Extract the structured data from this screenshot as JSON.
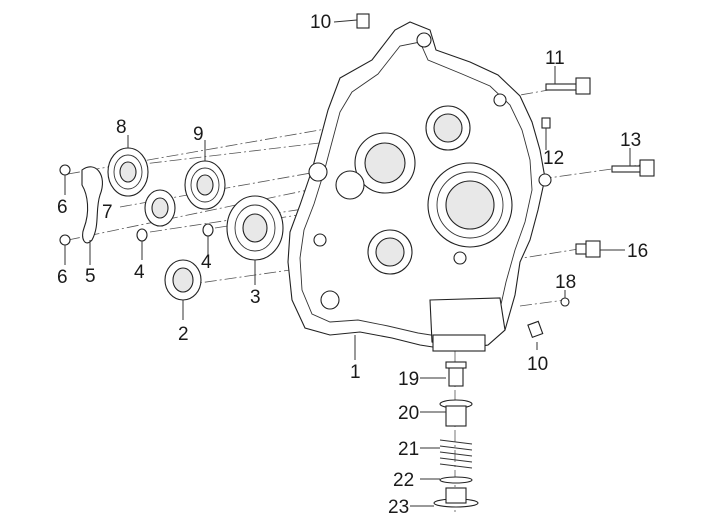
{
  "callouts": [
    {
      "id": "1",
      "text": "1"
    },
    {
      "id": "2",
      "text": "2"
    },
    {
      "id": "3",
      "text": "3"
    },
    {
      "id": "4a",
      "text": "4"
    },
    {
      "id": "4b",
      "text": "4"
    },
    {
      "id": "5",
      "text": "5"
    },
    {
      "id": "6a",
      "text": "6"
    },
    {
      "id": "6b",
      "text": "6"
    },
    {
      "id": "7",
      "text": "7"
    },
    {
      "id": "8",
      "text": "8"
    },
    {
      "id": "9",
      "text": "9"
    },
    {
      "id": "10a",
      "text": "10"
    },
    {
      "id": "10b",
      "text": "10"
    },
    {
      "id": "11",
      "text": "11"
    },
    {
      "id": "12",
      "text": "12"
    },
    {
      "id": "13",
      "text": "13"
    },
    {
      "id": "16",
      "text": "16"
    },
    {
      "id": "18",
      "text": "18"
    },
    {
      "id": "19",
      "text": "19"
    },
    {
      "id": "20",
      "text": "20"
    },
    {
      "id": "21",
      "text": "21"
    },
    {
      "id": "22",
      "text": "22"
    },
    {
      "id": "23",
      "text": "23"
    }
  ]
}
